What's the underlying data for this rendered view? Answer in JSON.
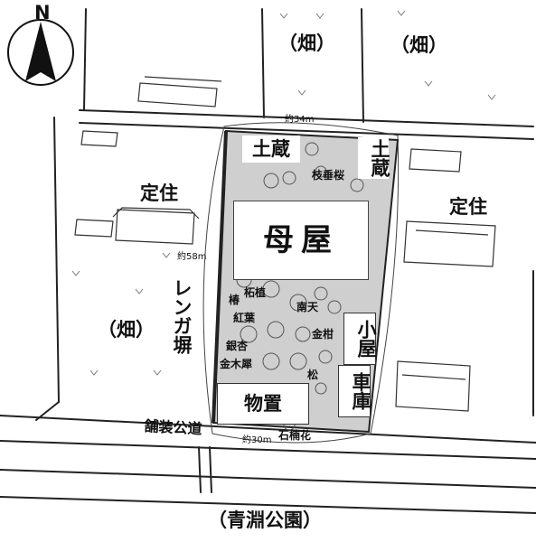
{
  "compass": {
    "north_label": "N"
  },
  "fields": {
    "field_label": "（畑）"
  },
  "neighbors": {
    "teijuu": "定住"
  },
  "property": {
    "main_house": "母屋",
    "storehouse": "土蔵",
    "shed": "小屋",
    "garage": "車庫",
    "storage": "物置"
  },
  "trees": {
    "weeping_cherry": "枝垂桜",
    "camellia": "椿",
    "pomegranate": "柘植",
    "autumn_leaves": "紅葉",
    "nandina": "南天",
    "kumquat": "金柑",
    "ginkgo": "銀杏",
    "osmanthus": "金木犀",
    "pine": "松",
    "gardenia": "石楠花"
  },
  "walls": {
    "brick_wall": "レンガ塀"
  },
  "dimensions": {
    "width_top": "約34m",
    "depth": "約58m",
    "width_bottom": "約30m"
  },
  "roads": {
    "paved_road": "舗装公道"
  },
  "park": {
    "label": "（青淵公園）"
  }
}
